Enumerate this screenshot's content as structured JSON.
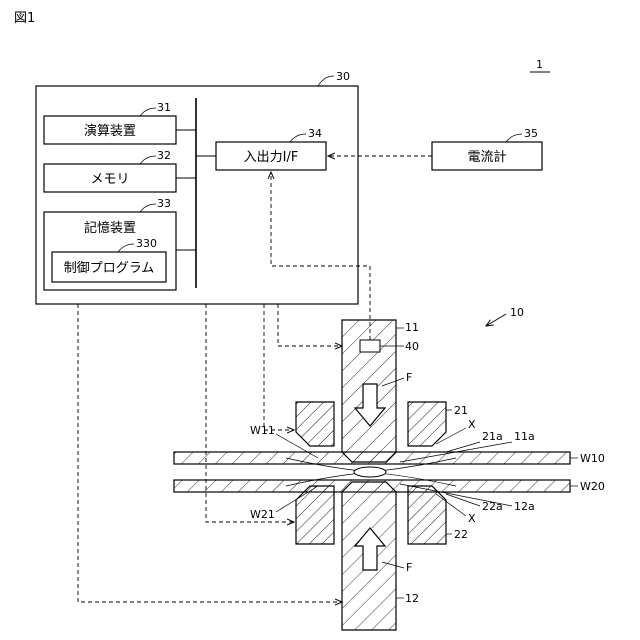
{
  "figure_label": "図1",
  "system_ref": "1",
  "controller": {
    "ref": "30",
    "compute": {
      "label": "演算装置",
      "ref": "31"
    },
    "memory": {
      "label": "メモリ",
      "ref": "32"
    },
    "storage": {
      "label": "記憶装置",
      "ref": "33"
    },
    "program": {
      "label": "制御プログラム",
      "ref": "330"
    },
    "io": {
      "label": "入出力I/F",
      "ref": "34"
    }
  },
  "ammeter": {
    "label": "電流計",
    "ref": "35"
  },
  "welder": {
    "ref": "10",
    "upper_electrode": "11",
    "lower_electrode": "12",
    "sensor": "40",
    "force_upper": "F",
    "force_lower": "F",
    "upper_holder": "21",
    "lower_holder": "22",
    "upper_tip": "11a",
    "lower_tip": "12a",
    "upper_holder_face": "21a",
    "lower_holder_face": "22a",
    "gap_upper": "X",
    "gap_lower": "X",
    "workpiece_upper": "W10",
    "workpiece_lower": "W20",
    "upper_contact": "W11",
    "lower_contact": "W21"
  }
}
